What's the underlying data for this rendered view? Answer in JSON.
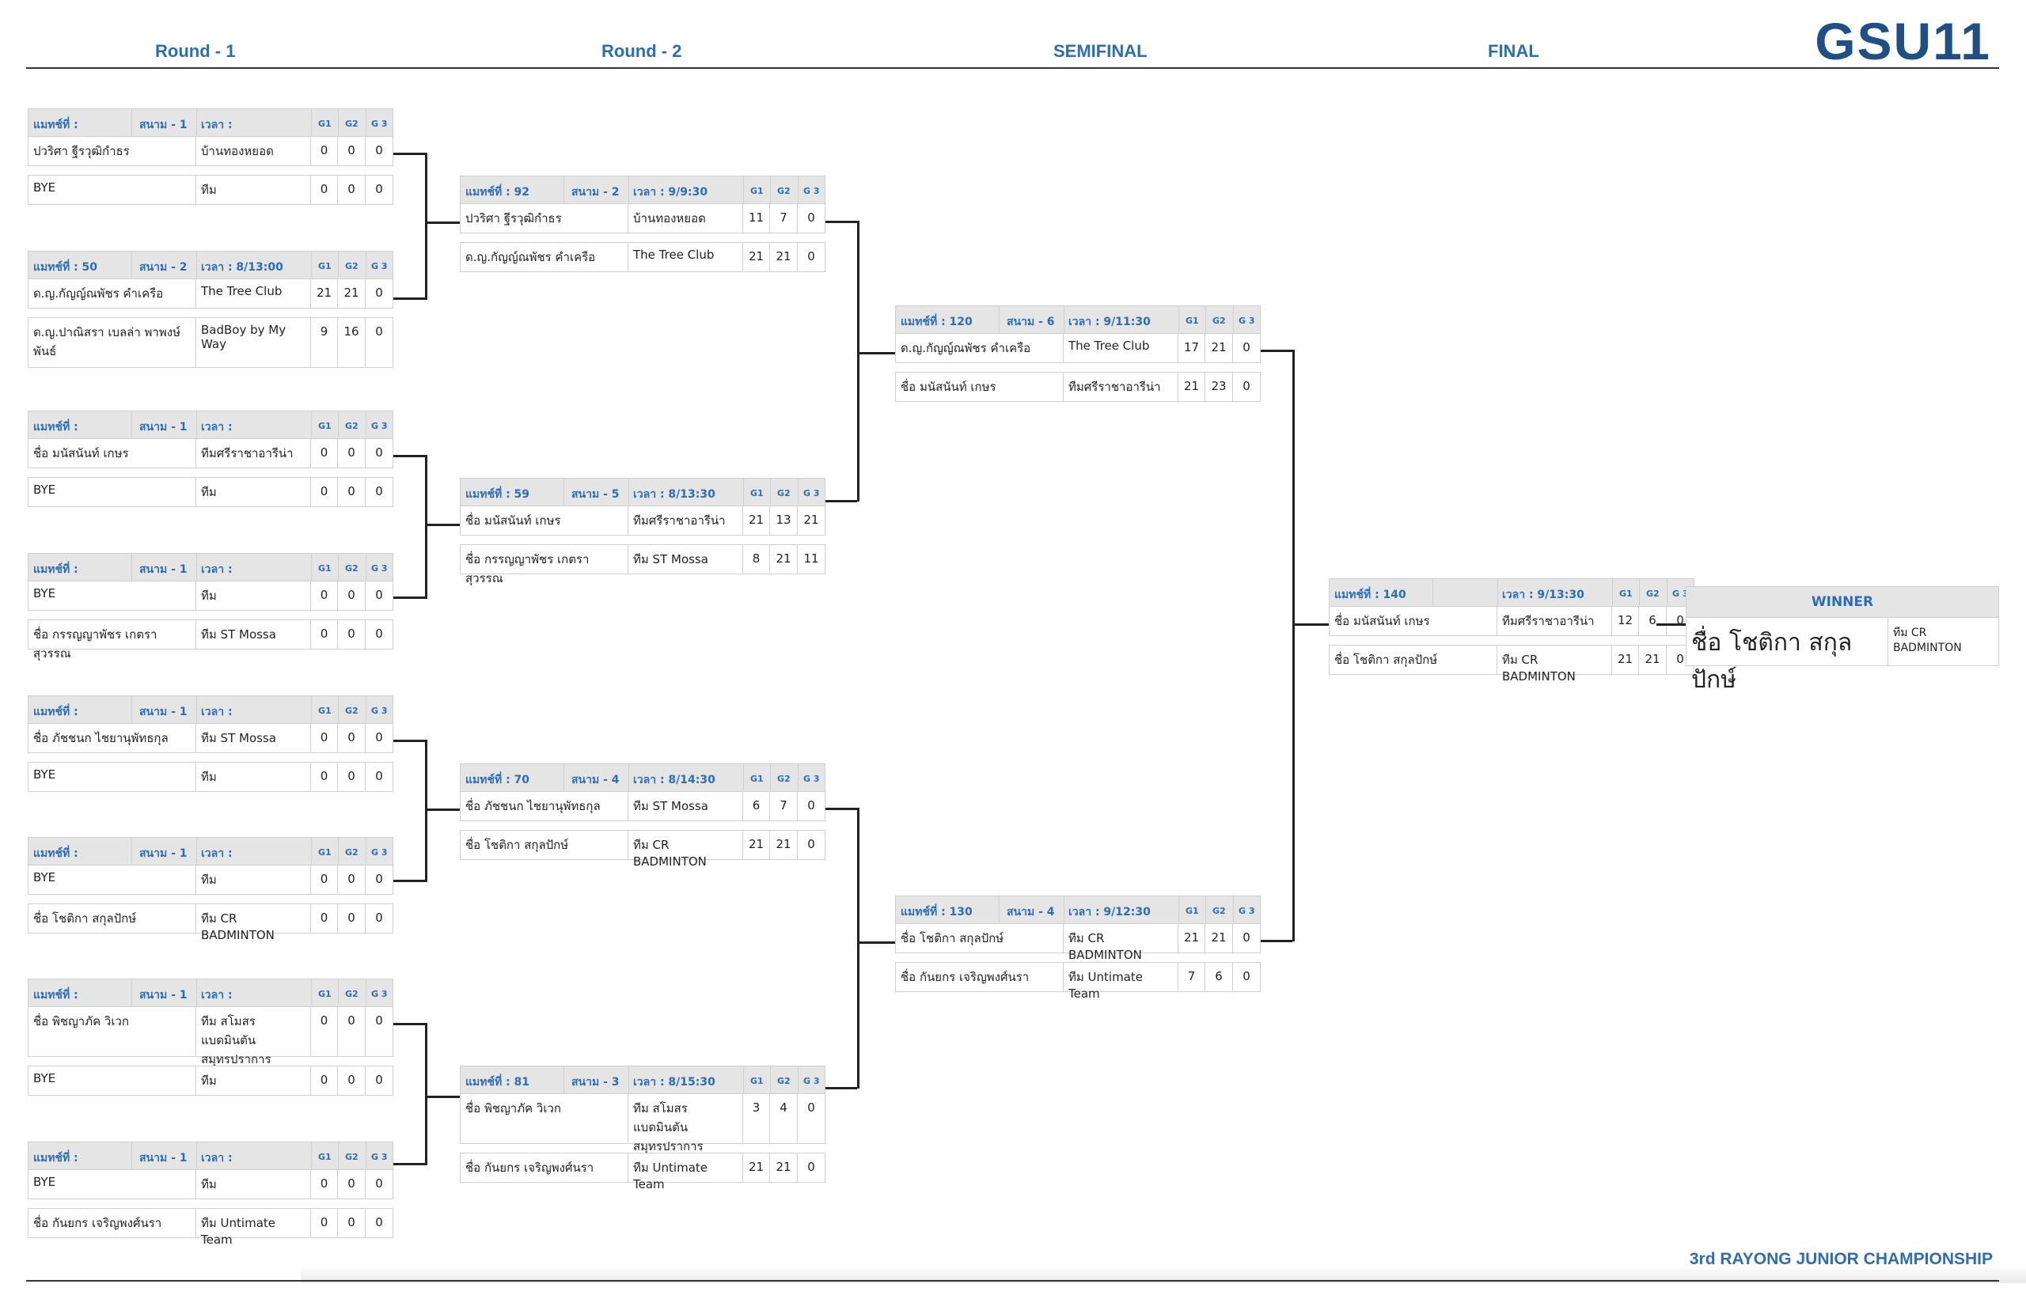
{
  "header": {
    "rounds": [
      "Round - 1",
      "Round - 2",
      "SEMIFINAL",
      "FINAL"
    ],
    "brand": "GSU11"
  },
  "footer": {
    "title": "3rd RAYONG JUNIOR CHAMPIONSHIP"
  },
  "labels": {
    "g1": "G1",
    "g2": "G2",
    "g3": "G 3",
    "winner": "WINNER"
  },
  "matches": [
    {
      "match": "แมทช์ที่ :",
      "court": "สนาม - 1",
      "time": "เวลา :",
      "p1": {
        "name": "ปวริศา ฐีรวุฒิกำธร",
        "club": "บ้านทองหยอด",
        "g1": "0",
        "g2": "0",
        "g3": "0"
      },
      "p2": {
        "name": "BYE",
        "club": "ทีม",
        "g1": "0",
        "g2": "0",
        "g3": "0"
      }
    },
    {
      "match": "แมทช์ที่ : 50",
      "court": "สนาม - 2",
      "time": "เวลา : 8/13:00",
      "p1": {
        "name": "ด.ญ.กัญญ์ณพัชร คำเครือ",
        "club": "The Tree Club",
        "g1": "21",
        "g2": "21",
        "g3": "0"
      },
      "p2": {
        "name": "ด.ญ.ปาณิสรา เบลล่า พาพงษ์พันธ์",
        "club": "BadBoy by My Way",
        "g1": "9",
        "g2": "16",
        "g3": "0"
      }
    },
    {
      "match": "แมทช์ที่ :",
      "court": "สนาม - 1",
      "time": "เวลา :",
      "p1": {
        "name": "ชื่อ มนัสนันท์ เกษร",
        "club": "ทีมศรีราชาอารีน่า",
        "g1": "0",
        "g2": "0",
        "g3": "0"
      },
      "p2": {
        "name": "BYE",
        "club": "ทีม",
        "g1": "0",
        "g2": "0",
        "g3": "0"
      }
    },
    {
      "match": "แมทช์ที่ :",
      "court": "สนาม - 1",
      "time": "เวลา :",
      "p1": {
        "name": "BYE",
        "club": "ทีม",
        "g1": "0",
        "g2": "0",
        "g3": "0"
      },
      "p2": {
        "name": "ชื่อ กรรญญาพัชร เกตราสุวรรณ",
        "club": "ทีม ST Mossa",
        "g1": "0",
        "g2": "0",
        "g3": "0"
      }
    },
    {
      "match": "แมทช์ที่ :",
      "court": "สนาม - 1",
      "time": "เวลา :",
      "p1": {
        "name": "ชื่อ ภัชชนก ไชยานุพัทธกุล",
        "club": "ทีม ST Mossa",
        "g1": "0",
        "g2": "0",
        "g3": "0"
      },
      "p2": {
        "name": "BYE",
        "club": "ทีม",
        "g1": "0",
        "g2": "0",
        "g3": "0"
      }
    },
    {
      "match": "แมทช์ที่ :",
      "court": "สนาม - 1",
      "time": "เวลา :",
      "p1": {
        "name": "BYE",
        "club": "ทีม",
        "g1": "0",
        "g2": "0",
        "g3": "0"
      },
      "p2": {
        "name": "ชื่อ โชติกา สกุลปักษ์",
        "club": "ทีม CR BADMINTON",
        "g1": "0",
        "g2": "0",
        "g3": "0"
      }
    },
    {
      "match": "แมทช์ที่ :",
      "court": "สนาม - 1",
      "time": "เวลา :",
      "p1": {
        "name": "ชื่อ พิชญาภัค วิเวก",
        "club": "ทีม สโมสรแบดมินตัน สมุทรปราการ",
        "g1": "0",
        "g2": "0",
        "g3": "0"
      },
      "p2": {
        "name": "BYE",
        "club": "ทีม",
        "g1": "0",
        "g2": "0",
        "g3": "0"
      }
    },
    {
      "match": "แมทช์ที่ :",
      "court": "สนาม - 1",
      "time": "เวลา :",
      "p1": {
        "name": "BYE",
        "club": "ทีม",
        "g1": "0",
        "g2": "0",
        "g3": "0"
      },
      "p2": {
        "name": "ชื่อ กันยกร เจริญพงศ์นรา",
        "club": "ทีม Untimate Team",
        "g1": "0",
        "g2": "0",
        "g3": "0"
      }
    },
    {
      "match": "แมทช์ที่ : 92",
      "court": "สนาม - 2",
      "time": "เวลา : 9/9:30",
      "p1": {
        "name": "ปวริศา ฐีรวุฒิกำธร",
        "club": "บ้านทองหยอด",
        "g1": "11",
        "g2": "7",
        "g3": "0"
      },
      "p2": {
        "name": "ด.ญ.กัญญ์ณพัชร คำเครือ",
        "club": "The Tree Club",
        "g1": "21",
        "g2": "21",
        "g3": "0"
      }
    },
    {
      "match": "แมทช์ที่ : 59",
      "court": "สนาม - 5",
      "time": "เวลา : 8/13:30",
      "p1": {
        "name": "ชื่อ มนัสนันท์ เกษร",
        "club": "ทีมศรีราชาอารีน่า",
        "g1": "21",
        "g2": "13",
        "g3": "21"
      },
      "p2": {
        "name": "ชื่อ กรรญญาพัชร เกตราสุวรรณ",
        "club": "ทีม ST Mossa",
        "g1": "8",
        "g2": "21",
        "g3": "11"
      }
    },
    {
      "match": "แมทช์ที่ : 70",
      "court": "สนาม - 4",
      "time": "เวลา : 8/14:30",
      "p1": {
        "name": "ชื่อ ภัชชนก ไชยานุพัทธกุล",
        "club": "ทีม ST Mossa",
        "g1": "6",
        "g2": "7",
        "g3": "0"
      },
      "p2": {
        "name": "ชื่อ โชติกา สกุลปักษ์",
        "club": "ทีม CR BADMINTON",
        "g1": "21",
        "g2": "21",
        "g3": "0"
      }
    },
    {
      "match": "แมทช์ที่ : 81",
      "court": "สนาม - 3",
      "time": "เวลา : 8/15:30",
      "p1": {
        "name": "ชื่อ พิชญาภัค วิเวก",
        "club": "ทีม สโมสรแบดมินตัน สมุทรปราการ",
        "g1": "3",
        "g2": "4",
        "g3": "0"
      },
      "p2": {
        "name": "ชื่อ กันยกร เจริญพงศ์นรา",
        "club": "ทีม Untimate Team",
        "g1": "21",
        "g2": "21",
        "g3": "0"
      }
    },
    {
      "match": "แมทช์ที่ : 120",
      "court": "สนาม - 6",
      "time": "เวลา : 9/11:30",
      "p1": {
        "name": "ด.ญ.กัญญ์ณพัชร คำเครือ",
        "club": "The Tree Club",
        "g1": "17",
        "g2": "21",
        "g3": "0"
      },
      "p2": {
        "name": "ชื่อ มนัสนันท์ เกษร",
        "club": "ทีมศรีราชาอารีน่า",
        "g1": "21",
        "g2": "23",
        "g3": "0"
      }
    },
    {
      "match": "แมทช์ที่ : 130",
      "court": "สนาม - 4",
      "time": "เวลา : 9/12:30",
      "p1": {
        "name": "ชื่อ โชติกา สกุลปักษ์",
        "club": "ทีม CR BADMINTON",
        "g1": "21",
        "g2": "21",
        "g3": "0"
      },
      "p2": {
        "name": "ชื่อ กันยกร เจริญพงศ์นรา",
        "club": "ทีม Untimate Team",
        "g1": "7",
        "g2": "6",
        "g3": "0"
      }
    },
    {
      "match": "แมทช์ที่ : 140",
      "court": "",
      "time": "เวลา : 9/13:30",
      "p1": {
        "name": "ชื่อ มนัสนันท์ เกษร",
        "club": "ทีมศรีราชาอารีน่า",
        "g1": "12",
        "g2": "6",
        "g3": "0"
      },
      "p2": {
        "name": "ชื่อ โชติกา สกุลปักษ์",
        "club": "ทีม CR BADMINTON",
        "g1": "21",
        "g2": "21",
        "g3": "0"
      }
    }
  ],
  "winner": {
    "name": "ชื่อ โชติกา สกุลปักษ์",
    "club": "ทีม CR BADMINTON"
  },
  "colors": {
    "accent": "#2d6db4",
    "brand": "#1f4f84",
    "header_bg": "#e5e5e5"
  }
}
